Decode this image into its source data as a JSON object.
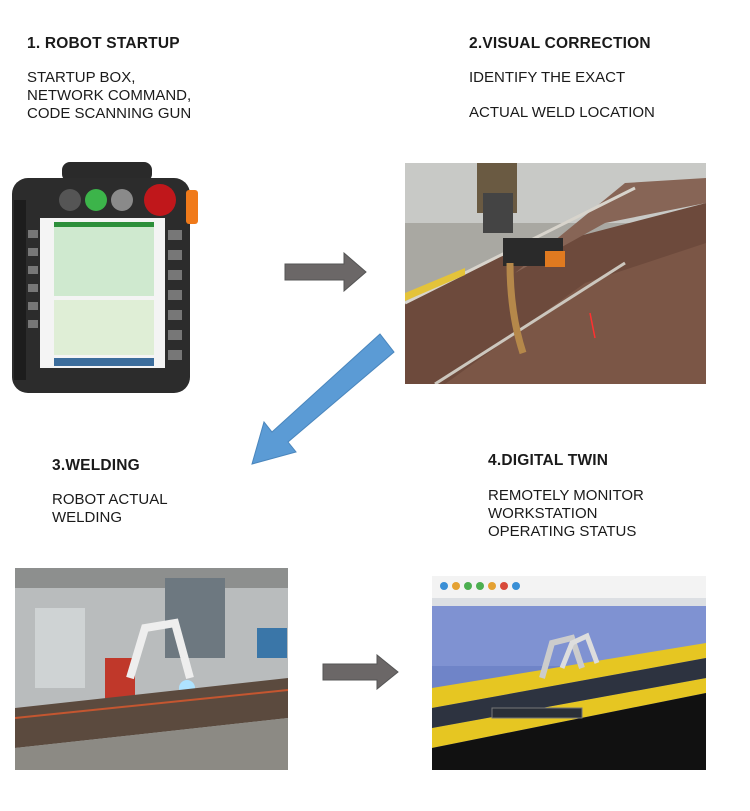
{
  "steps": [
    {
      "title": "1. ROBOT STARTUP",
      "lines": [
        "STARTUP BOX,",
        "NETWORK COMMAND,",
        "CODE SCANNING GUN"
      ],
      "image": "robot-teach-pendant"
    },
    {
      "title": "2.VISUAL CORRECTION",
      "lines": [
        "IDENTIFY THE EXACT",
        "ACTUAL WELD LOCATION"
      ],
      "image": "weld-torch-laser-sensor"
    },
    {
      "title": "3.WELDING",
      "lines": [
        "ROBOT ACTUAL",
        "WELDING"
      ],
      "image": "robot-welding-workshop"
    },
    {
      "title": "4.DIGITAL TWIN",
      "lines": [
        "REMOTELY MONITOR",
        "WORKSTATION",
        "OPERATING STATUS"
      ],
      "image": "digital-twin-software"
    }
  ],
  "colors": {
    "arrow_gray": "#6b6767",
    "arrow_blue": "#5b9bd5",
    "text": "#1a1a1a"
  }
}
